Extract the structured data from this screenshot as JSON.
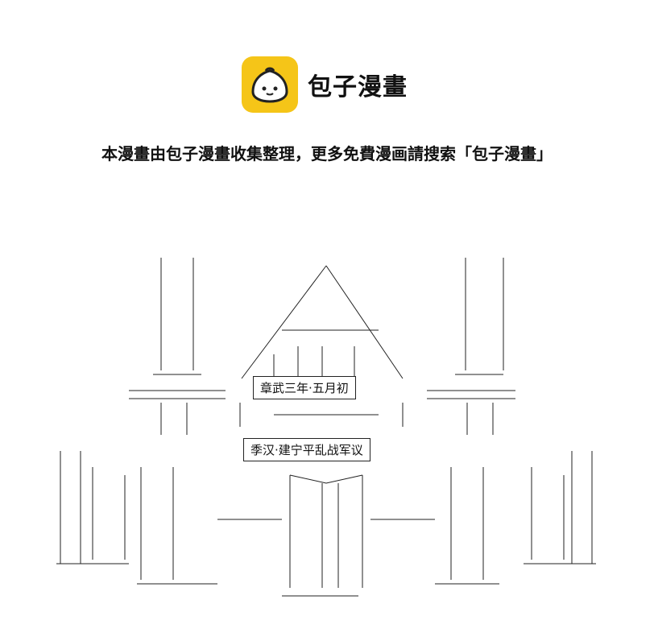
{
  "brand": {
    "logo": "baozi-bun-logo",
    "name": "包子漫畫",
    "logo_color": "#f5c518"
  },
  "notice": "本漫畫由包子漫畫收集整理，更多免費漫画請搜索「包子漫畫」",
  "art": {
    "caption_date": "章武三年·五月初",
    "caption_title": "季汉·建宁平乱战军议"
  }
}
